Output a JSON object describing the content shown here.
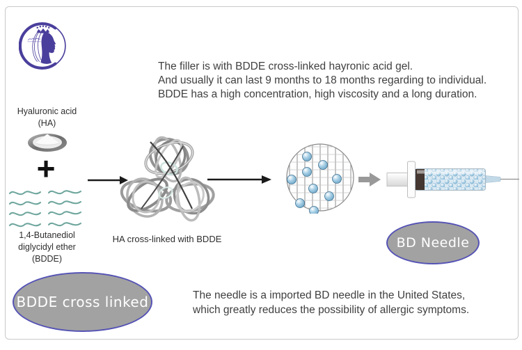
{
  "logo": {
    "name": "crown-beauty-logo",
    "color": "#4a3f9c"
  },
  "intro": {
    "line1": "The filler is with BDDE cross-linked hayronic acid gel.",
    "line2": "And usually it can last 9 months to 18 months regarding to individual.",
    "line3": "BDDE has a high concentration, high viscosity and a long duration."
  },
  "ingredients": {
    "ha_name": "Hyaluronic acid",
    "ha_abbr": "(HA)",
    "plus_sign": "+",
    "bdde_name_line1": "1,4-Butanediol",
    "bdde_name_line2": "diglycidyl ether",
    "bdde_name_line3": "(BDDE)"
  },
  "crosslink": {
    "caption": "HA cross-linked with BDDE"
  },
  "bubbles": {
    "bd_needle_label": "BD Needle",
    "bdde_cross_linked_label": "BDDE cross linked",
    "fill_color": "#a2a2a2",
    "border_color": "#5553b5",
    "text_color": "#ffffff"
  },
  "footer": {
    "line1": "The needle is a imported BD needle in the United States,",
    "line2": "which greatly reduces the possibility of allergic symptoms."
  },
  "palette": {
    "text": "#3f3f3f",
    "frame_border": "#c9c9c9",
    "wave_teal": "#6ea69d",
    "sphere_blue": "#8fc0dd",
    "arrow_black": "#1a1a1a",
    "arrow_gray": "#999999",
    "coil_gray": "#9a9a9a",
    "stopper_brown": "#443630"
  }
}
